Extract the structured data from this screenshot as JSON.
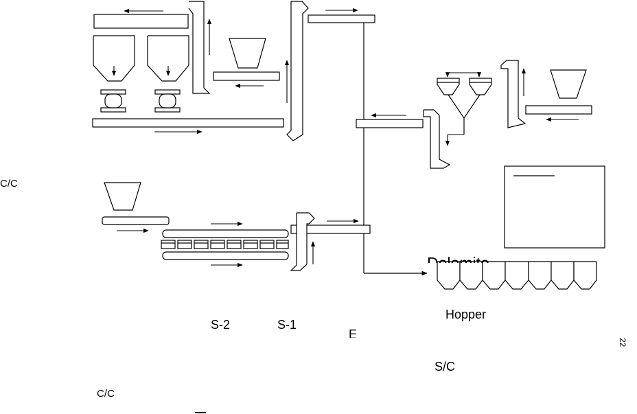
{
  "labels": {
    "cc_left": "C/C",
    "cc_bottom": "C/C",
    "s2": "S-2",
    "s1": "S-1",
    "dolomite": "Dolomite",
    "hopper": "Hopper",
    "sc": "S/C",
    "e_partial": "E",
    "page_number": "22"
  }
}
